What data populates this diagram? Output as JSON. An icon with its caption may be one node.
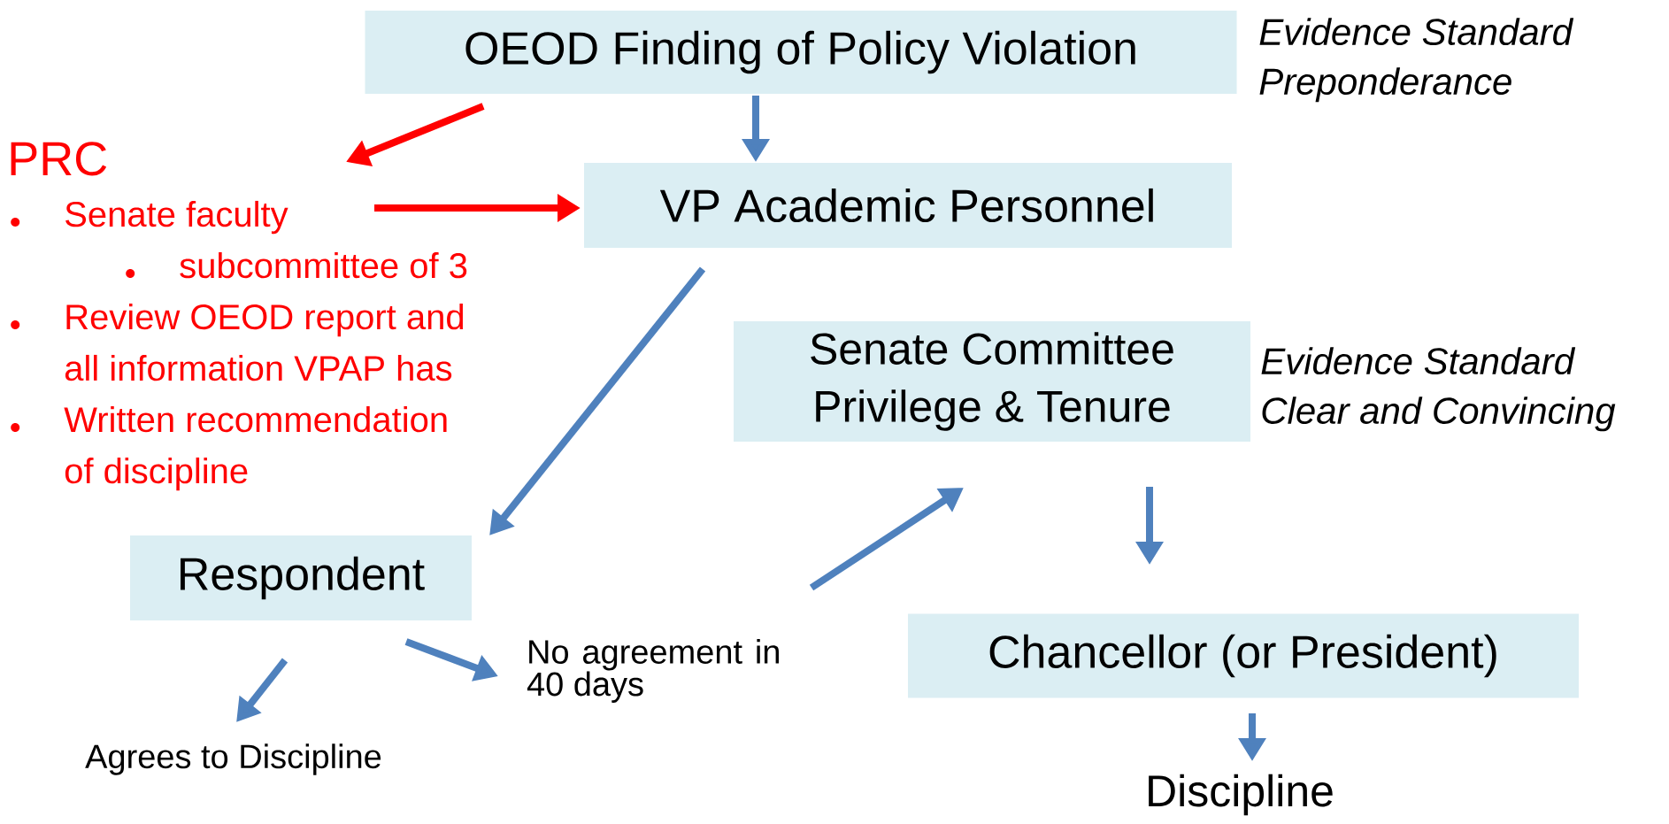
{
  "diagram": {
    "nodes": [
      {
        "text": [
          "OEOD Finding of Policy Violation"
        ],
        "beside": [
          "Evidence Standard",
          "Preponderance"
        ]
      },
      {
        "text": [
          "PRC",
          "Senate faculty",
          "subcommittee of 3",
          "Review OEOD report and all information VPAP has",
          "Written recommendation of discipline"
        ]
      },
      {
        "text": [
          "VP Academic Personnel"
        ]
      },
      {
        "text": [
          "Senate Committee Privilege & Tenure"
        ],
        "beside": [
          "Evidence Standard",
          "Clear and Convincing"
        ]
      },
      {
        "text": [
          "Respondent"
        ]
      },
      {
        "text": [
          "No agreement in 40 days"
        ]
      },
      {
        "text": [
          "Agrees to Discipline"
        ]
      },
      {
        "text": [
          "Chancellor (or President)"
        ]
      },
      {
        "text": [
          "Discipline"
        ]
      }
    ],
    "edges": [
      {
        "from": 0,
        "to": 1,
        "arrow": "to",
        "color": "#ff0000"
      },
      {
        "from": 0,
        "to": 2,
        "arrow": "to"
      },
      {
        "from": 1,
        "to": 2,
        "arrow": "to",
        "color": "#ff0000"
      },
      {
        "from": 2,
        "to": 4,
        "arrow": "to"
      },
      {
        "from": 4,
        "to": 6,
        "arrow": "to"
      },
      {
        "from": 4,
        "to": 5,
        "arrow": "to"
      },
      {
        "from": 5,
        "to": 3,
        "arrow": "to"
      },
      {
        "from": 3,
        "to": 7,
        "arrow": "to"
      },
      {
        "from": 7,
        "to": 8,
        "arrow": "to"
      }
    ]
  }
}
